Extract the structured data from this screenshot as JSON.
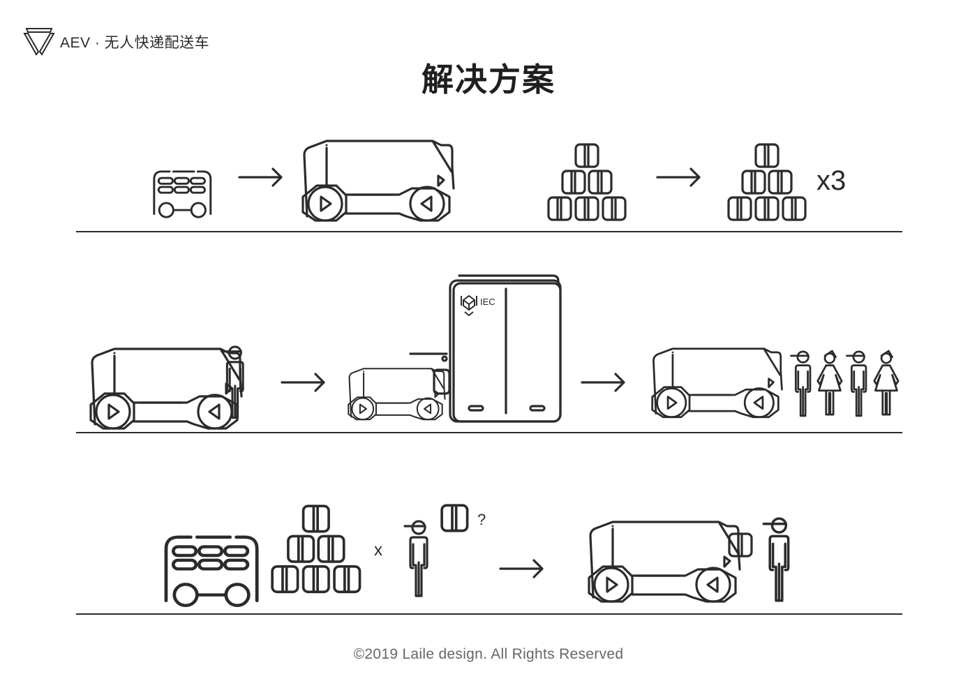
{
  "header": {
    "brand_text": "AEV · 无人快递配送车",
    "logo_icon": "inverted-triangle-logo-icon"
  },
  "title": "解决方案",
  "rows": [
    {
      "name": "capacity",
      "items": [
        {
          "type": "icon",
          "icon": "bus-icon"
        },
        {
          "type": "icon",
          "icon": "arrow-right-icon"
        },
        {
          "type": "icon",
          "icon": "delivery-vehicle-icon"
        },
        {
          "type": "icon",
          "icon": "package-pyramid-icon"
        },
        {
          "type": "icon",
          "icon": "arrow-right-icon"
        },
        {
          "type": "icon",
          "icon": "package-pyramid-icon"
        },
        {
          "type": "text",
          "text": "x3"
        }
      ],
      "multiplier": "x3"
    },
    {
      "name": "locker-docking",
      "items": [
        {
          "type": "icon",
          "icon": "delivery-vehicle-icon"
        },
        {
          "type": "icon",
          "icon": "courier-icon"
        },
        {
          "type": "icon",
          "icon": "arrow-right-icon"
        },
        {
          "type": "icon",
          "icon": "delivery-vehicle-icon"
        },
        {
          "type": "icon",
          "icon": "parcel-locker-icon"
        },
        {
          "type": "icon",
          "icon": "arrow-right-icon"
        },
        {
          "type": "icon",
          "icon": "delivery-vehicle-icon"
        },
        {
          "type": "icon",
          "icon": "courier-icon"
        },
        {
          "type": "icon",
          "icon": "woman-icon"
        },
        {
          "type": "icon",
          "icon": "courier-icon"
        },
        {
          "type": "icon",
          "icon": "woman-icon"
        }
      ],
      "locker_label": "IEC"
    },
    {
      "name": "last-mile",
      "items": [
        {
          "type": "icon",
          "icon": "bus-icon"
        },
        {
          "type": "icon",
          "icon": "package-pyramid-icon"
        },
        {
          "type": "text",
          "text": "x"
        },
        {
          "type": "icon",
          "icon": "courier-icon"
        },
        {
          "type": "icon",
          "icon": "package-icon"
        },
        {
          "type": "text",
          "text": "?"
        },
        {
          "type": "icon",
          "icon": "arrow-right-icon"
        },
        {
          "type": "icon",
          "icon": "delivery-vehicle-icon"
        },
        {
          "type": "icon",
          "icon": "package-icon"
        },
        {
          "type": "icon",
          "icon": "courier-icon"
        }
      ],
      "times_sign": "x",
      "question_mark": "?"
    }
  ],
  "footer": "©2019 Laile design. All Rights Reserved"
}
